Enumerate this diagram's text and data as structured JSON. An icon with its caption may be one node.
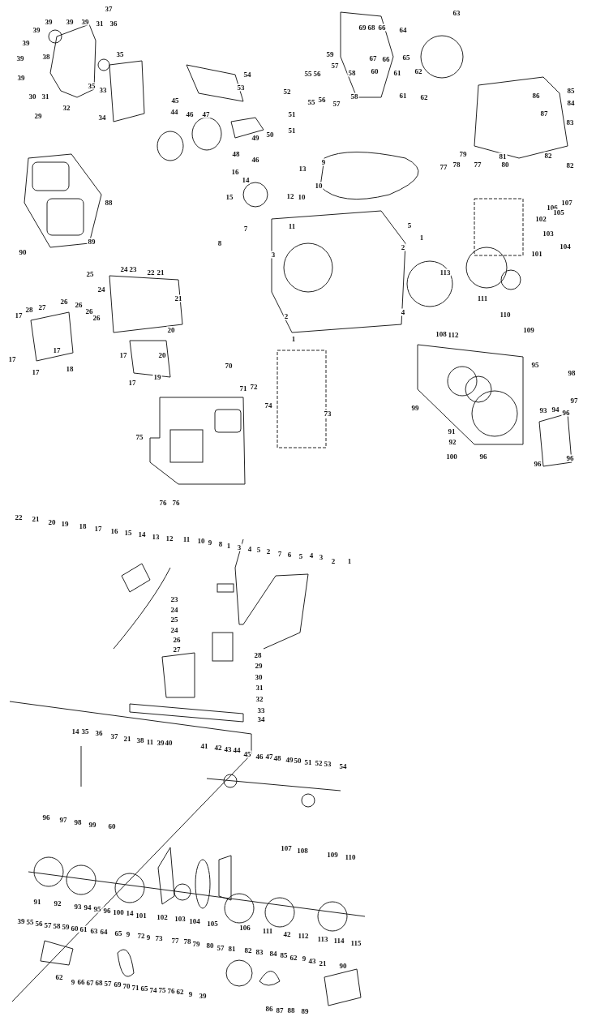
{
  "diagram": {
    "labels": [
      "39",
      "39",
      "39",
      "37",
      "31",
      "36",
      "39",
      "39",
      "35",
      "39",
      "38",
      "39",
      "35",
      "33",
      "30",
      "31",
      "32",
      "29",
      "34",
      "54",
      "53",
      "52",
      "45",
      "44",
      "46",
      "47",
      "51",
      "51",
      "50",
      "49",
      "48",
      "46",
      "16",
      "14",
      "15",
      "88",
      "12",
      "89",
      "90",
      "11",
      "7",
      "8",
      "3",
      "63",
      "69",
      "68",
      "66",
      "64",
      "67",
      "66",
      "65",
      "59",
      "57",
      "55",
      "56",
      "58",
      "60",
      "61",
      "62",
      "55",
      "56",
      "57",
      "58",
      "61",
      "62",
      "86",
      "85",
      "84",
      "87",
      "83",
      "13",
      "9",
      "79",
      "81",
      "82",
      "77",
      "78",
      "77",
      "80",
      "82",
      "10",
      "10",
      "106",
      "107",
      "105",
      "102",
      "103",
      "5",
      "1",
      "2",
      "104",
      "101",
      "25",
      "24",
      "23",
      "22",
      "21",
      "24",
      "21",
      "17",
      "28",
      "27",
      "26",
      "26",
      "26",
      "26",
      "20",
      "2",
      "1",
      "17",
      "17",
      "18",
      "17",
      "20",
      "17",
      "70",
      "19",
      "71",
      "72",
      "17",
      "74",
      "75",
      "76",
      "76",
      "113",
      "4",
      "111",
      "110",
      "108",
      "112",
      "109",
      "95",
      "98",
      "73",
      "99",
      "93",
      "94",
      "97",
      "96",
      "91",
      "92",
      "100",
      "96",
      "96",
      "96",
      "22",
      "21",
      "20",
      "19",
      "18",
      "17",
      "16",
      "15",
      "14",
      "13",
      "12",
      "11",
      "10",
      "9",
      "8",
      "1",
      "3",
      "4",
      "5",
      "2",
      "7",
      "6",
      "5",
      "4",
      "3",
      "2",
      "1",
      "23",
      "24",
      "25",
      "24",
      "26",
      "27",
      "28",
      "29",
      "30",
      "31",
      "32",
      "33",
      "34",
      "14",
      "35",
      "36",
      "37",
      "21",
      "38",
      "11",
      "39",
      "40",
      "41",
      "42",
      "43",
      "44",
      "45",
      "46",
      "47",
      "48",
      "49",
      "50",
      "51",
      "52",
      "53",
      "54",
      "96",
      "97",
      "98",
      "99",
      "60",
      "107",
      "108",
      "109",
      "110",
      "91",
      "92",
      "93",
      "94",
      "95",
      "96",
      "100",
      "14",
      "101",
      "102",
      "103",
      "104",
      "105",
      "106",
      "111",
      "42",
      "112",
      "113",
      "114",
      "115",
      "39",
      "55",
      "56",
      "57",
      "58",
      "59",
      "60",
      "61",
      "63",
      "64",
      "65",
      "9",
      "72",
      "9",
      "73",
      "77",
      "78",
      "79",
      "80",
      "57",
      "81",
      "82",
      "83",
      "84",
      "85",
      "62",
      "9",
      "43",
      "21",
      "90",
      "62",
      "9",
      "66",
      "67",
      "68",
      "57",
      "69",
      "70",
      "71",
      "65",
      "74",
      "75",
      "76",
      "62",
      "9",
      "39",
      "86",
      "87",
      "88",
      "89"
    ]
  }
}
